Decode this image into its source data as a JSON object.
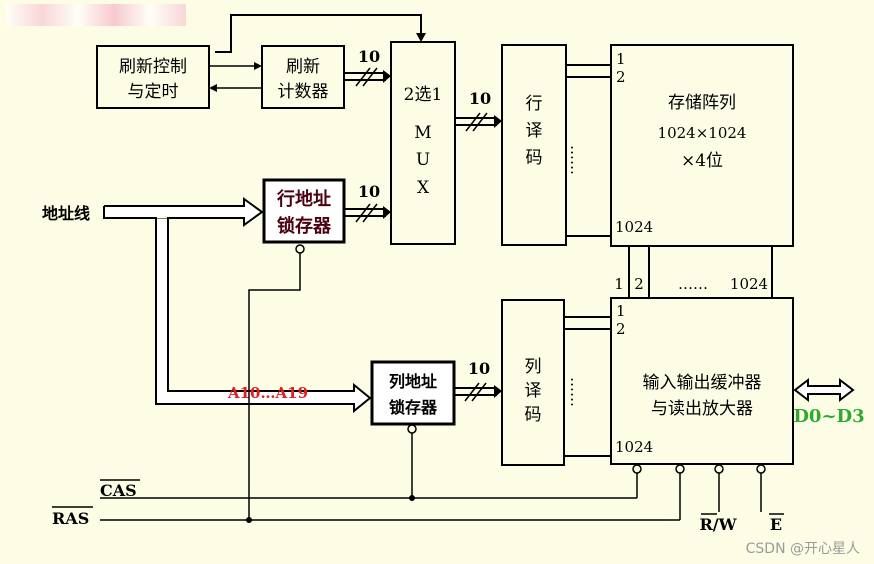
{
  "blocks": {
    "refresh_ctrl": [
      "刷新控制",
      "与定时"
    ],
    "refresh_counter": [
      "刷新",
      "计数器"
    ],
    "mux": [
      "2选1",
      "M",
      "U",
      "X"
    ],
    "row_latch": [
      "行地址",
      "锁存器"
    ],
    "col_latch": [
      "列地址",
      "锁存器"
    ],
    "row_decoder": [
      "行",
      "译",
      "码"
    ],
    "col_decoder": [
      "列",
      "译",
      "码"
    ],
    "array": [
      "存储阵列",
      "1024×1024",
      "×4位"
    ],
    "buffer": [
      "输入输出缓冲器",
      "与读出放大器"
    ]
  },
  "bus_labels": {
    "counter_to_mux": "10",
    "latch_to_mux": "10",
    "mux_to_decoder": "10",
    "col_latch_to_decoder": "10"
  },
  "line_numbers": {
    "one": "1",
    "two": "2",
    "last": "1024",
    "dots": "……"
  },
  "signals": {
    "address": "地址线",
    "a_range": "A10…A19",
    "cas": "CAS",
    "ras": "RAS",
    "rw": "R/W",
    "e": "E",
    "data": "D0~D3"
  },
  "watermark": "CSDN @开心星人",
  "colors": {
    "background": "#fdfde6",
    "red_label": "#e02020",
    "green_label": "#2eaa2e",
    "latch_text": "#4a0010"
  }
}
